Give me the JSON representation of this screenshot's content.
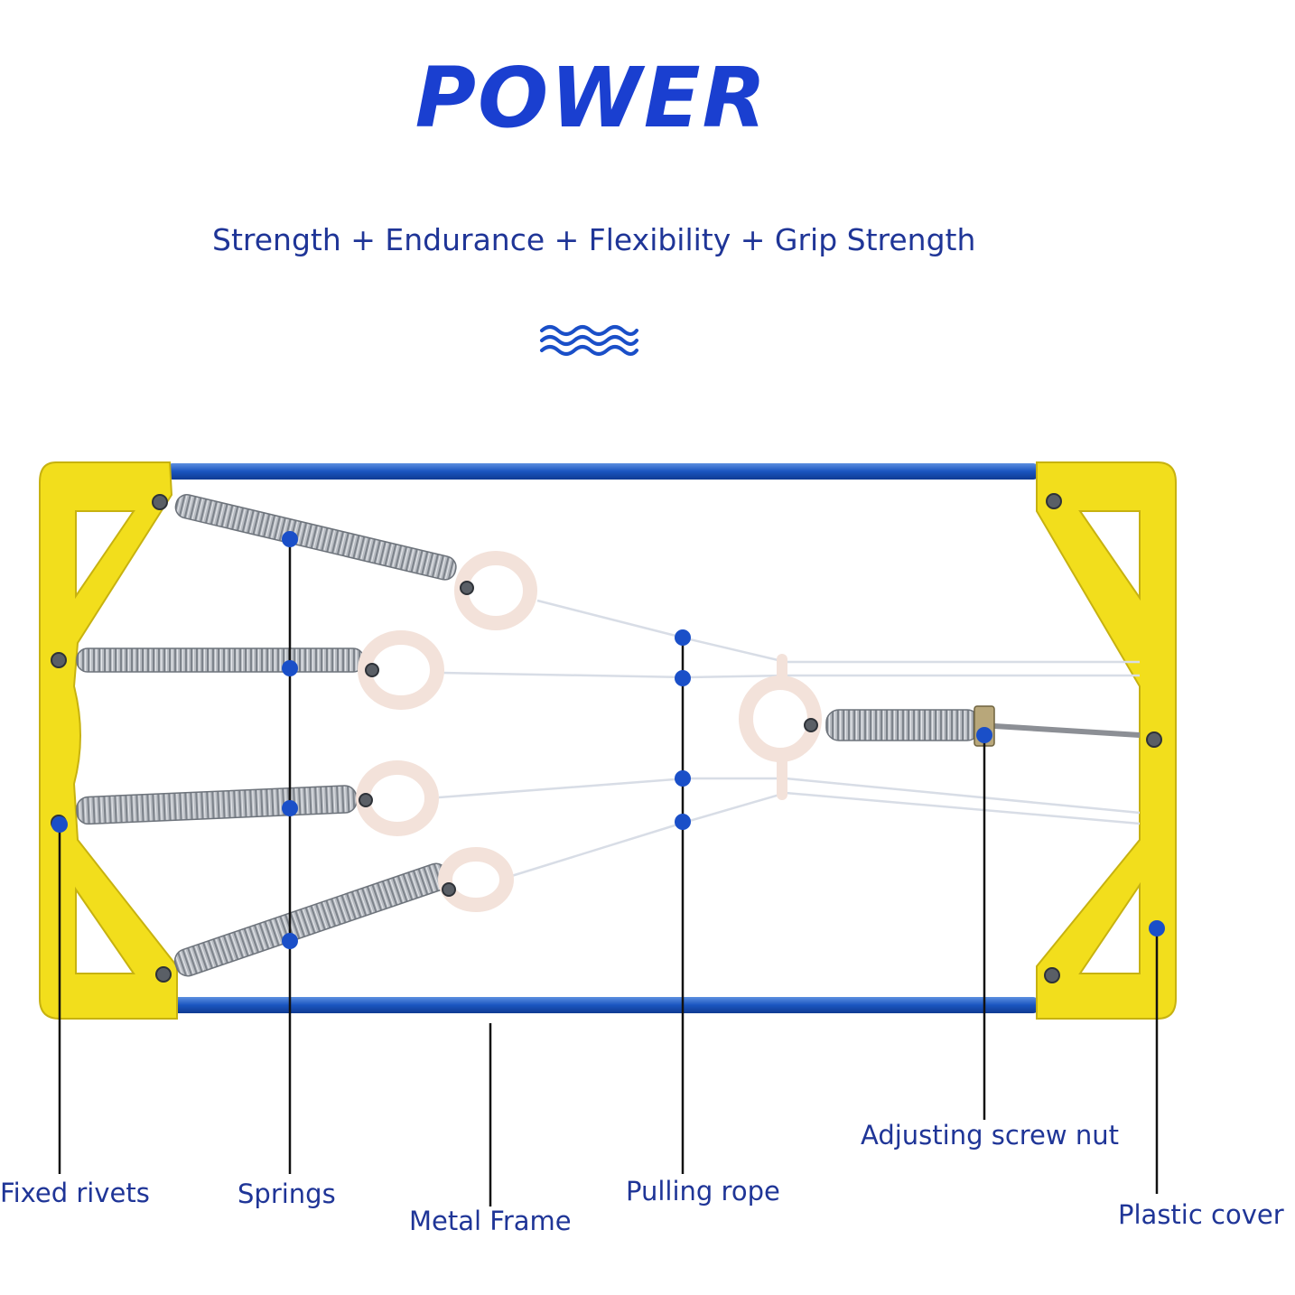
{
  "header": {
    "title": "POWER",
    "subtitle": "Strength + Endurance + Flexibility + Grip Strength"
  },
  "labels": {
    "fixed_rivets": "Fixed rivets",
    "springs": "Springs",
    "metal_frame": "Metal Frame",
    "pulling_rope": "Pulling rope",
    "adjusting_screw_nut": "Adjusting screw nut",
    "plastic_cover": "Plastic cover"
  },
  "colors": {
    "title": "#1a3fd0",
    "text": "#1f3597",
    "marker": "#1a4fc8",
    "frame_bar": "#1f5fc0",
    "plastic": "#f2de1c",
    "spring": "#a9adb4",
    "ring": "#f6e9e3"
  }
}
